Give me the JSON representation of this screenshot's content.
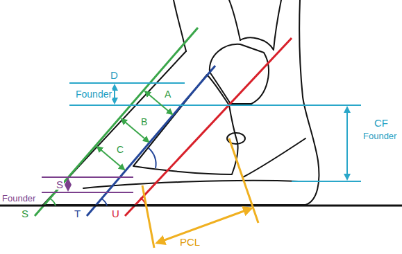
{
  "diagram": {
    "labels": [
      "D",
      "Founder",
      "CF",
      "Founder",
      "A",
      "B",
      "C",
      "S",
      "Founder",
      "S",
      "T",
      "U",
      "PCL"
    ]
  }
}
